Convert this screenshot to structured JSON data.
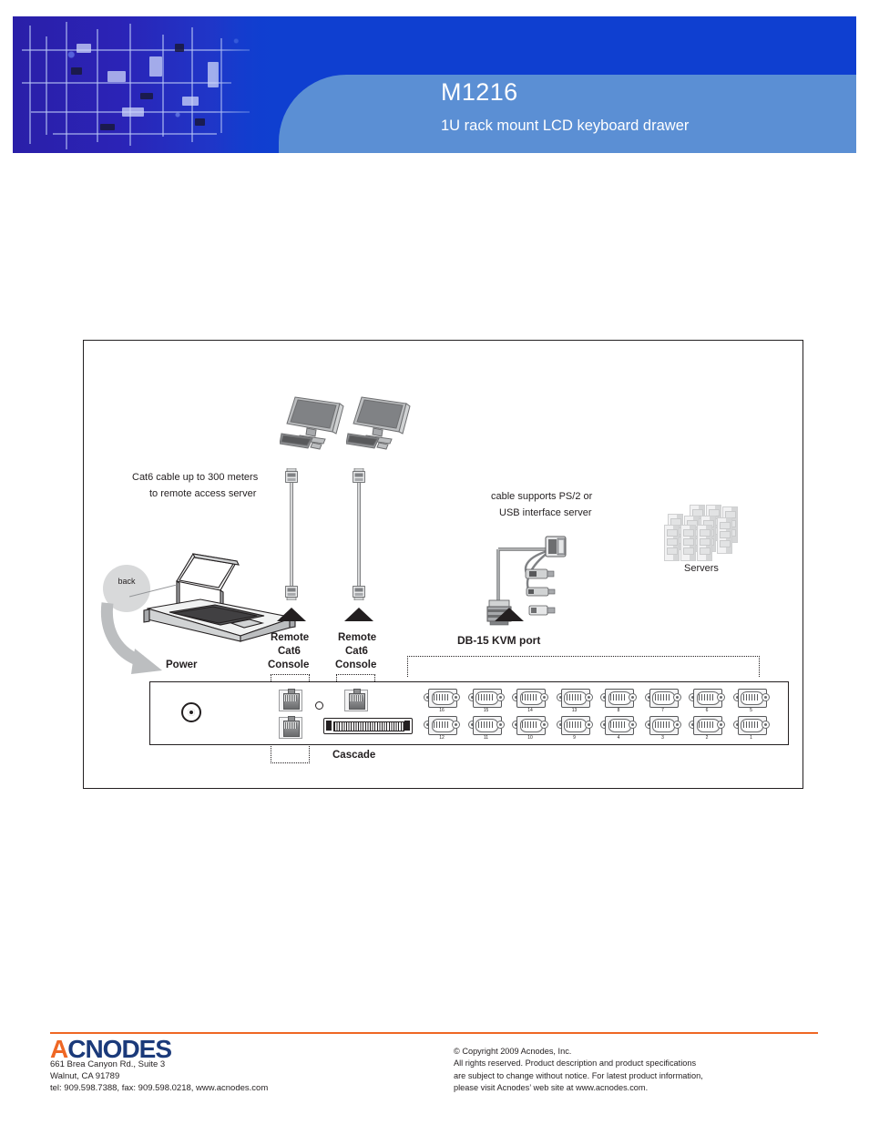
{
  "header": {
    "title": "M1216",
    "subtitle": "1U rack mount LCD keyboard drawer",
    "bg_dark": "#0f3fd0",
    "bg_light": "#5b8fd4"
  },
  "diagram": {
    "labels": {
      "cat6_note_line1": "Cat6 cable up to 300 meters",
      "cat6_note_line2": "to remote access server",
      "kvm_note_line1": "cable supports PS/2 or",
      "kvm_note_line2": "USB interface server",
      "servers": "Servers",
      "back": "back",
      "power": "Power",
      "cascade": "Cascade",
      "db15_kvm_port": "DB-15 KVM port",
      "remote_console_1_line1": "Remote",
      "remote_console_1_line2": "Cat6",
      "remote_console_1_line3": "Console",
      "remote_console_2_line1": "Remote",
      "remote_console_2_line2": "Cat6",
      "remote_console_2_line3": "Console"
    },
    "kvm_ports_top": [
      "16",
      "15",
      "14",
      "13",
      "8",
      "7",
      "6",
      "5"
    ],
    "kvm_ports_bottom": [
      "12",
      "11",
      "10",
      "9",
      "4",
      "3",
      "2",
      "1"
    ]
  },
  "footer": {
    "logo_first_letter": "A",
    "logo_rest": "CNODES",
    "address_line1": "661 Brea Canyon Rd., Suite 3",
    "address_line2": "Walnut, CA 91789",
    "address_line3": "tel: 909.598.7388, fax: 909.598.0218, www.acnodes.com",
    "copyright_line1": "© Copyright 2009 Acnodes, Inc.",
    "copyright_line2": "All rights reserved. Product description and product specifications",
    "copyright_line3": "are subject to change without notice. For latest product information,",
    "copyright_line4": "please visit Acnodes’ web site at www.acnodes.com.",
    "rule_color": "#ef6724",
    "logo_color": "#1b3a7a"
  }
}
